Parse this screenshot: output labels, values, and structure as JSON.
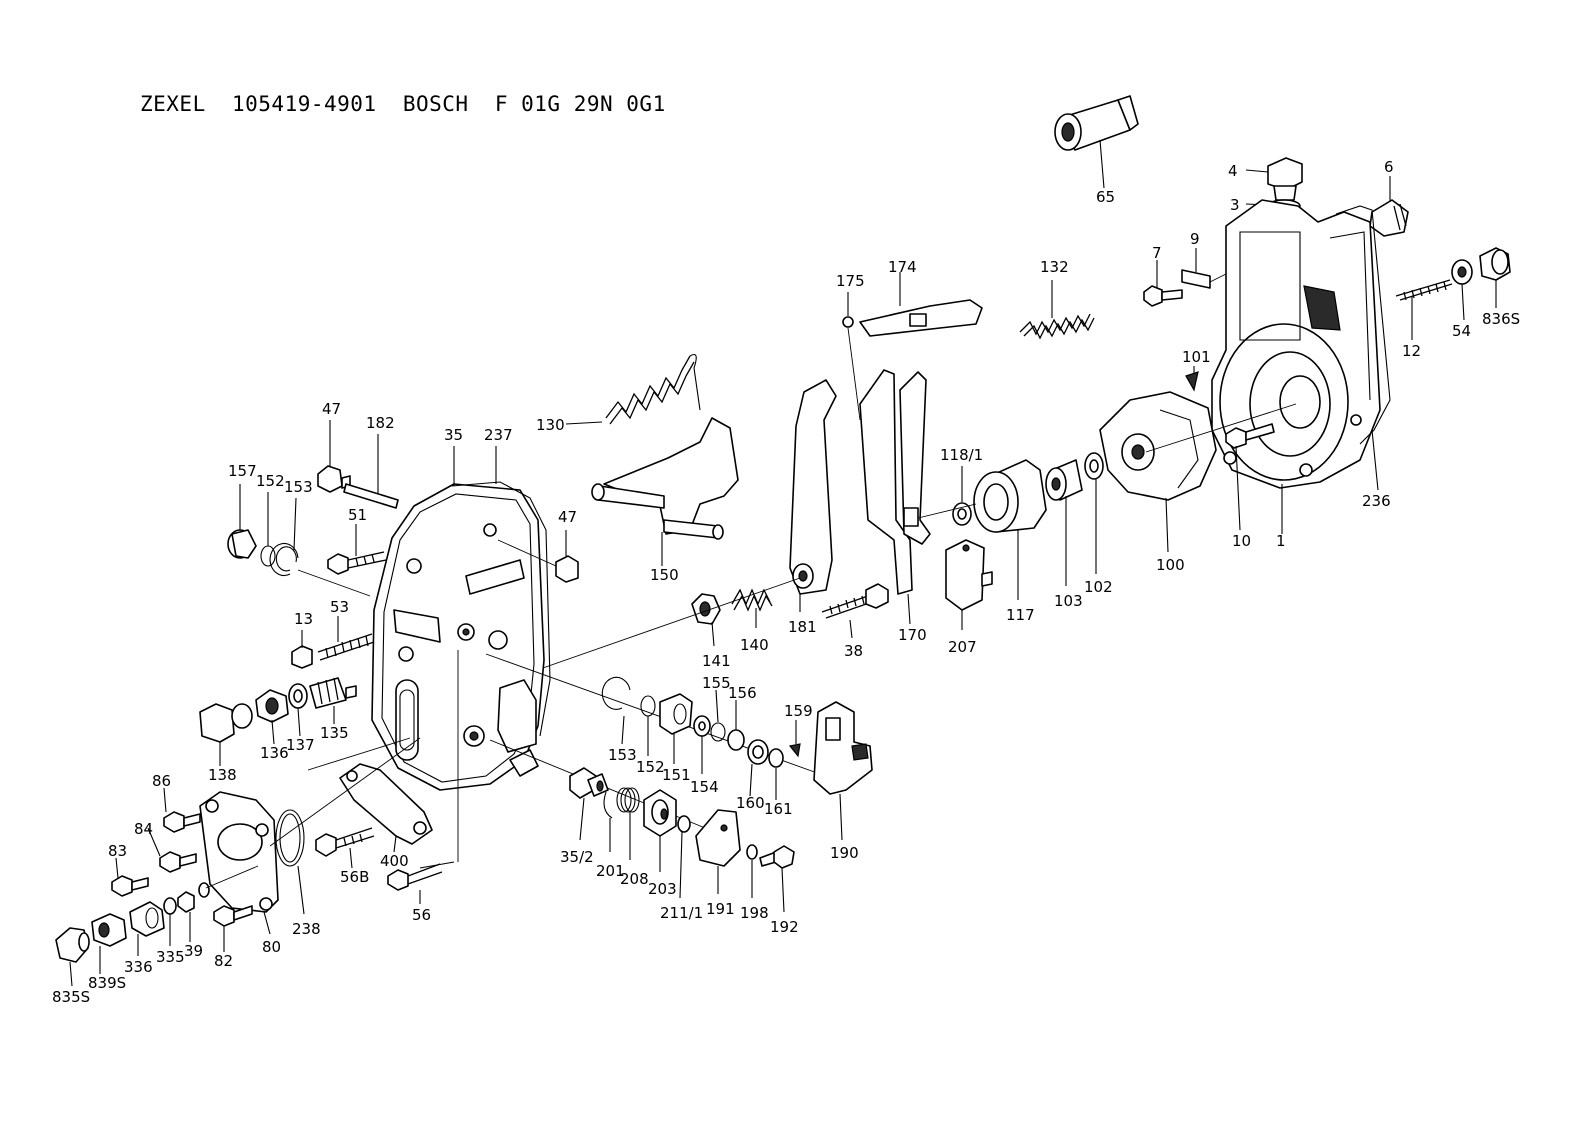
{
  "title": "ZEXEL  105419-4901  BOSCH  F 01G 29N 0G1",
  "parts": [
    {
      "id": "p65",
      "label": "65"
    },
    {
      "id": "p4",
      "label": "4"
    },
    {
      "id": "p3",
      "label": "3"
    },
    {
      "id": "p6",
      "label": "6"
    },
    {
      "id": "p7",
      "label": "7"
    },
    {
      "id": "p9",
      "label": "9"
    },
    {
      "id": "p54",
      "label": "54"
    },
    {
      "id": "p836s",
      "label": "836S"
    },
    {
      "id": "p12",
      "label": "12"
    },
    {
      "id": "p101",
      "label": "101"
    },
    {
      "id": "p10",
      "label": "10"
    },
    {
      "id": "p1",
      "label": "1"
    },
    {
      "id": "p236",
      "label": "236"
    },
    {
      "id": "p175",
      "label": "175"
    },
    {
      "id": "p174",
      "label": "174"
    },
    {
      "id": "p132",
      "label": "132"
    },
    {
      "id": "p130",
      "label": "130"
    },
    {
      "id": "p150",
      "label": "150"
    },
    {
      "id": "p118_1",
      "label": "118/1"
    },
    {
      "id": "p100",
      "label": "100"
    },
    {
      "id": "p103",
      "label": "103"
    },
    {
      "id": "p102",
      "label": "102"
    },
    {
      "id": "p117",
      "label": "117"
    },
    {
      "id": "p207",
      "label": "207"
    },
    {
      "id": "p170",
      "label": "170"
    },
    {
      "id": "p38",
      "label": "38"
    },
    {
      "id": "p181",
      "label": "181"
    },
    {
      "id": "p140",
      "label": "140"
    },
    {
      "id": "p141",
      "label": "141"
    },
    {
      "id": "p47a",
      "label": "47"
    },
    {
      "id": "p182",
      "label": "182"
    },
    {
      "id": "p35",
      "label": "35"
    },
    {
      "id": "p237",
      "label": "237"
    },
    {
      "id": "p157",
      "label": "157"
    },
    {
      "id": "p152a",
      "label": "152"
    },
    {
      "id": "p153a",
      "label": "153"
    },
    {
      "id": "p51",
      "label": "51"
    },
    {
      "id": "p47b",
      "label": "47"
    },
    {
      "id": "p13",
      "label": "13"
    },
    {
      "id": "p53",
      "label": "53"
    },
    {
      "id": "p135",
      "label": "135"
    },
    {
      "id": "p137",
      "label": "137"
    },
    {
      "id": "p136",
      "label": "136"
    },
    {
      "id": "p138",
      "label": "138"
    },
    {
      "id": "p86",
      "label": "86"
    },
    {
      "id": "p84",
      "label": "84"
    },
    {
      "id": "p83",
      "label": "83"
    },
    {
      "id": "p336",
      "label": "336"
    },
    {
      "id": "p335",
      "label": "335"
    },
    {
      "id": "p39",
      "label": "39"
    },
    {
      "id": "p82",
      "label": "82"
    },
    {
      "id": "p80",
      "label": "80"
    },
    {
      "id": "p238",
      "label": "238"
    },
    {
      "id": "p835s",
      "label": "835S"
    },
    {
      "id": "p839s",
      "label": "839S"
    },
    {
      "id": "p56b",
      "label": "56B"
    },
    {
      "id": "p56",
      "label": "56"
    },
    {
      "id": "p400",
      "label": "400"
    },
    {
      "id": "p153b",
      "label": "153"
    },
    {
      "id": "p152b",
      "label": "152"
    },
    {
      "id": "p151",
      "label": "151"
    },
    {
      "id": "p154",
      "label": "154"
    },
    {
      "id": "p155",
      "label": "155"
    },
    {
      "id": "p156",
      "label": "156"
    },
    {
      "id": "p159",
      "label": "159"
    },
    {
      "id": "p160",
      "label": "160"
    },
    {
      "id": "p161",
      "label": "161"
    },
    {
      "id": "p190",
      "label": "190"
    },
    {
      "id": "p35_2",
      "label": "35/2"
    },
    {
      "id": "p201",
      "label": "201"
    },
    {
      "id": "p208",
      "label": "208"
    },
    {
      "id": "p203",
      "label": "203"
    },
    {
      "id": "p211_1",
      "label": "211/1"
    },
    {
      "id": "p191",
      "label": "191"
    },
    {
      "id": "p198",
      "label": "198"
    },
    {
      "id": "p192",
      "label": "192"
    }
  ]
}
